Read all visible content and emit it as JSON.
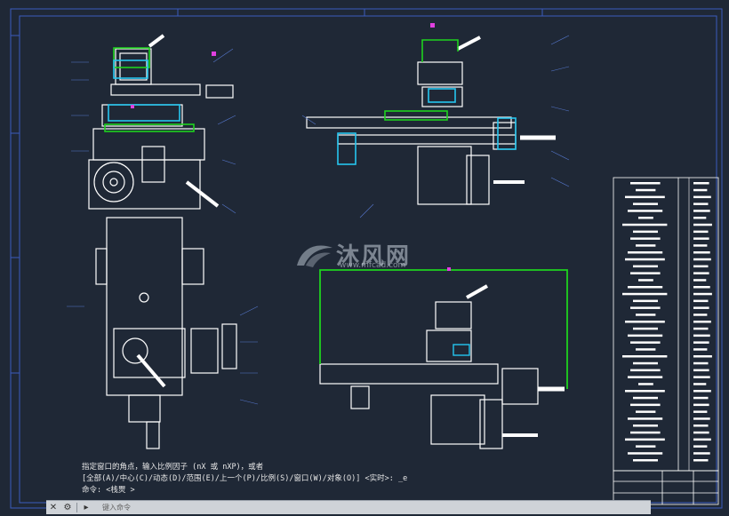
{
  "command_line": {
    "history": [
      "指定窗口的角点，输入比例因子 (nX 或 nXP)，或者",
      "[全部(A)/中心(C)/动态(D)/范围(E)/上一个(P)/比例(S)/窗口(W)/对象(O)] <实时>: _e",
      "命令: <栈煛 >"
    ],
    "input_placeholder": "键入命令"
  },
  "watermark": {
    "brand": "沐风网",
    "url": "www.mfcad.com"
  },
  "colors": {
    "background": "#1f2836",
    "frame": "#3b5bbd",
    "outline": "#ffffff",
    "highlight": "#1fd21f",
    "accent_cyan": "#25c6f0",
    "accent_magenta": "#e040e0",
    "accent_red": "#ff3030",
    "leader": "#5577cc"
  },
  "icons": {
    "close": "close-icon",
    "customize": "wrench-icon",
    "prompt": "command-prompt-icon"
  }
}
